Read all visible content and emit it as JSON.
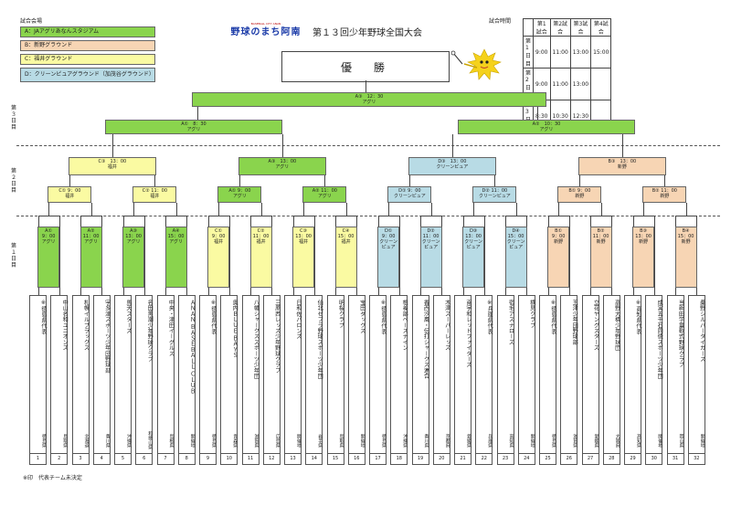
{
  "venue_header": "試合会場",
  "venues": [
    {
      "label": "A：JAアグリあなんスタジアム",
      "color": "#8ad44d"
    },
    {
      "label": "B：新野グラウンド",
      "color": "#f7d5b4"
    },
    {
      "label": "C：福井グラウンド",
      "color": "#fafaa2"
    },
    {
      "label": "D：クリーンピュアグラウンド（加茂谷グラウンド）",
      "color": "#b8dbe5"
    }
  ],
  "logo": {
    "top": "BASEBALL CITY ANAN",
    "main": "野球のまち阿南"
  },
  "title": "第１３回少年野球全国大会",
  "schedule": {
    "label": "試合時間",
    "header": [
      "",
      "第1試合",
      "第2試合",
      "第3試合",
      "第4試合"
    ],
    "rows": [
      [
        "第1日目",
        "9:00",
        "11:00",
        "13:00",
        "15:00"
      ],
      [
        "第2日目",
        "9:00",
        "11:00",
        "13:00",
        ""
      ],
      [
        "第3日目",
        "8:30",
        "10:30",
        "12:30",
        ""
      ]
    ]
  },
  "winner": "優　勝",
  "days": [
    "第３日目",
    "第２日目",
    "第１日目"
  ],
  "final": {
    "code": "A③",
    "time": "12：30",
    "venue": "アグリ"
  },
  "semis": [
    {
      "code": "A①",
      "time": "8：30",
      "venue": "アグリ"
    },
    {
      "code": "A②",
      "time": "10：30",
      "venue": "アグリ"
    }
  ],
  "quarters": [
    {
      "code": "C③",
      "time": "13：00",
      "venue": "福井",
      "color": "C"
    },
    {
      "code": "A③",
      "time": "13：00",
      "venue": "アグリ",
      "color": "A"
    },
    {
      "code": "D③",
      "time": "13：00",
      "venue": "クリーンピュア",
      "color": "D"
    },
    {
      "code": "B③",
      "time": "13：00",
      "venue": "新野",
      "color": "B"
    }
  ],
  "round2": [
    {
      "code": "C①",
      "time": "9：00",
      "venue": "福井",
      "color": "C"
    },
    {
      "code": "C②",
      "time": "11：00",
      "venue": "福井",
      "color": "C"
    },
    {
      "code": "A①",
      "time": "9：00",
      "venue": "アグリ",
      "color": "A"
    },
    {
      "code": "A②",
      "time": "11：00",
      "venue": "アグリ",
      "color": "A"
    },
    {
      "code": "D①",
      "time": "9：00",
      "venue": "クリーンピュア",
      "color": "D"
    },
    {
      "code": "D②",
      "time": "11：00",
      "venue": "クリーンピュア",
      "color": "D"
    },
    {
      "code": "B①",
      "time": "9：00",
      "venue": "新野",
      "color": "B"
    },
    {
      "code": "B②",
      "time": "11：00",
      "venue": "新野",
      "color": "B"
    }
  ],
  "round1": [
    {
      "code": "A①",
      "time": "9：00",
      "venue": "アグリ",
      "color": "A"
    },
    {
      "code": "A②",
      "time": "11：00",
      "venue": "アグリ",
      "color": "A"
    },
    {
      "code": "A③",
      "time": "13：00",
      "venue": "アグリ",
      "color": "A"
    },
    {
      "code": "A④",
      "time": "15：00",
      "venue": "アグリ",
      "color": "A"
    },
    {
      "code": "C①",
      "time": "9：00",
      "venue": "福井",
      "color": "C"
    },
    {
      "code": "C②",
      "time": "11：00",
      "venue": "福井",
      "color": "C"
    },
    {
      "code": "C③",
      "time": "13：00",
      "venue": "福井",
      "color": "C"
    },
    {
      "code": "C④",
      "time": "15：00",
      "venue": "福井",
      "color": "C"
    },
    {
      "code": "D①",
      "time": "9：00",
      "venue": "クリーンピュア",
      "color": "D"
    },
    {
      "code": "D②",
      "time": "11：00",
      "venue": "クリーンピュア",
      "color": "D"
    },
    {
      "code": "D③",
      "time": "13：00",
      "venue": "クリーンピュア",
      "color": "D"
    },
    {
      "code": "D④",
      "time": "15：00",
      "venue": "クリーンピュア",
      "color": "D"
    },
    {
      "code": "B①",
      "time": "9：00",
      "venue": "新野",
      "color": "B"
    },
    {
      "code": "B②",
      "time": "11：00",
      "venue": "新野",
      "color": "B"
    },
    {
      "code": "B③",
      "time": "13：00",
      "venue": "新野",
      "color": "B"
    },
    {
      "code": "B④",
      "time": "15：00",
      "venue": "新野",
      "color": "B"
    }
  ],
  "teams": [
    {
      "name": "※徳島県代表",
      "pref": "徳島県",
      "num": "1"
    },
    {
      "name": "中山名和ユニオンズ",
      "pref": "鳥取県",
      "num": "2"
    },
    {
      "name": "札幌イルブラックス",
      "pref": "北海道",
      "num": "3"
    },
    {
      "name": "宇多津スポーツ少年団野球部",
      "pref": "香川県",
      "num": "4"
    },
    {
      "name": "馬天スターズ",
      "pref": "沖縄県",
      "num": "5"
    },
    {
      "name": "名田黒潮少年野球クラブ",
      "pref": "和歌山県",
      "num": "6"
    },
    {
      "name": "中央・津田イーグルス",
      "pref": "島根県",
      "num": "7"
    },
    {
      "name": "ＡＮＡＮ ＢＡＳＥＢＡＬＬ ＣＬＵＢ",
      "pref": "開催地",
      "num": "8"
    },
    {
      "name": "※徳島県代表",
      "pref": "徳島県",
      "num": "9"
    },
    {
      "name": "奥内ＢＬＵＥ ＢＡＹＳ",
      "pref": "青森県",
      "num": "10"
    },
    {
      "name": "八幡シャークススポーツ少年団",
      "pref": "滋賀県",
      "num": "11"
    },
    {
      "name": "三原西レッズ少年野球クラブ",
      "pref": "広島県",
      "num": "12"
    },
    {
      "name": "日和佐バロンズ",
      "pref": "開催地",
      "num": "13"
    },
    {
      "name": "仙北ゼブラ野球スポーツ少年団",
      "pref": "岩手県",
      "num": "14"
    },
    {
      "name": "明桜クラブ",
      "pref": "鳥取県",
      "num": "15"
    },
    {
      "name": "宝田ダックス",
      "pref": "開催地",
      "num": "16"
    },
    {
      "name": "※徳島県代表",
      "pref": "徳島県",
      "num": "17"
    },
    {
      "name": "根差部ベースナイン",
      "pref": "沖縄県",
      "num": "18"
    },
    {
      "name": "香西汐風・伝打シャークス連合",
      "pref": "香川県",
      "num": "19"
    },
    {
      "name": "木津スーパーレッズ",
      "pref": "京都府",
      "num": "20"
    },
    {
      "name": "南宇和レッドファイターズ",
      "pref": "愛媛県",
      "num": "21"
    },
    {
      "name": "※兵庫県代表",
      "pref": "兵庫県",
      "num": "22"
    },
    {
      "name": "宿毛アスナローズ",
      "pref": "高知県",
      "num": "23"
    },
    {
      "name": "横見クラブ",
      "pref": "開催地",
      "num": "24"
    },
    {
      "name": "※徳島県代表",
      "pref": "徳島県",
      "num": "25"
    },
    {
      "name": "玉津少年団野球部",
      "pref": "滋賀県",
      "num": "26"
    },
    {
      "name": "立花ヤングスターズ",
      "pref": "愛媛県",
      "num": "27"
    },
    {
      "name": "高野大橋少年野球団",
      "pref": "大阪府",
      "num": "28"
    },
    {
      "name": "※高知県代表",
      "pref": "高知県",
      "num": "29"
    },
    {
      "name": "成実五千石同徳スポーツ少年団",
      "pref": "開催地",
      "num": "30"
    },
    {
      "name": "当新田学童軟式野球クラブ",
      "pref": "岡山県",
      "num": "31"
    },
    {
      "name": "桑野シルバータイガース",
      "pref": "開催地",
      "num": "32"
    }
  ],
  "note": "※印　代表チーム未決定"
}
